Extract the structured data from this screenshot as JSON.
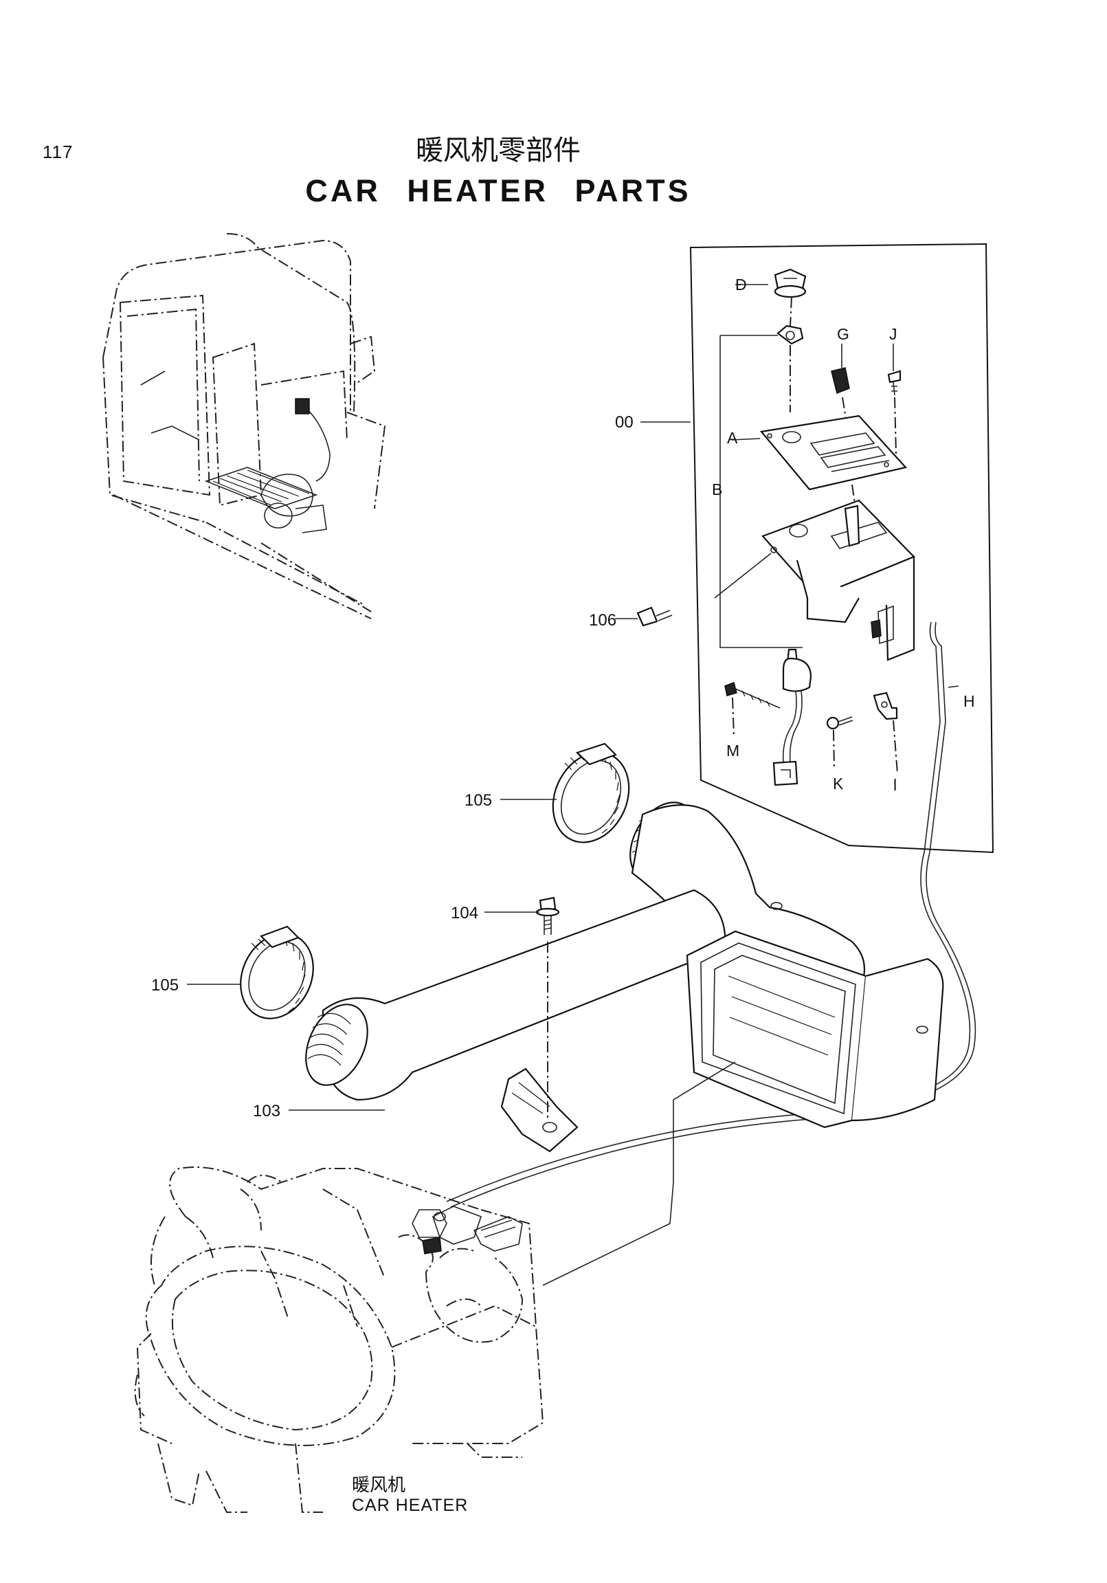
{
  "page": {
    "number": "117",
    "title_cn": "暖风机零部件",
    "title_en": "CAR HEATER PARTS"
  },
  "callouts": {
    "c00": "00",
    "c103": "103",
    "c104": "104",
    "c105a": "105",
    "c105b": "105",
    "c106": "106",
    "cA": "A",
    "cB": "B",
    "cD": "Ð",
    "cG": "G",
    "cJ": "J",
    "cH": "H",
    "cK": "K",
    "cL": "l",
    "cM": "M"
  },
  "caption": {
    "cn": "暖风机",
    "en": "CAR HEATER"
  }
}
